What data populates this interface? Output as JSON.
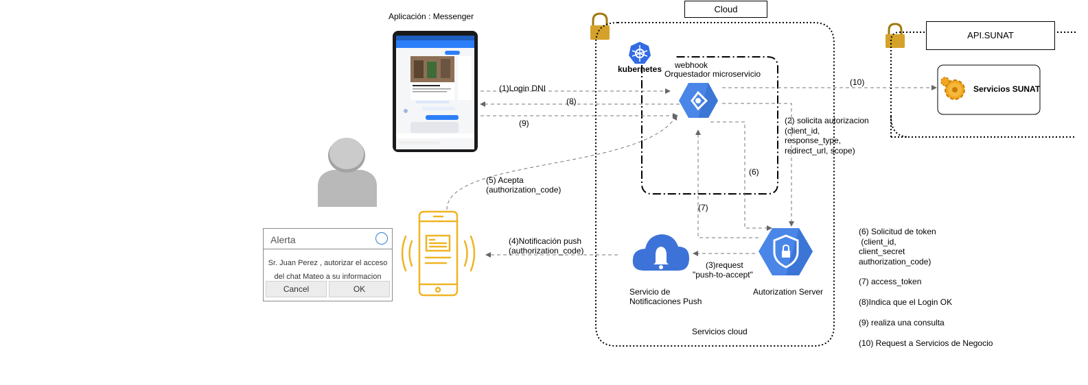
{
  "app_label": "Aplicación : Messenger",
  "cloud_label": "Cloud",
  "api_label": "API.SUNAT",
  "services_sunat": "Servicios SUNAT",
  "kubernetes": "kubernetes",
  "webhook": "webhook",
  "orquestador": "Orquestador microservicio",
  "servicios_cloud": "Servicios cloud",
  "notif_service_line1": "Servicio de",
  "notif_service_line2": "Notificaciones Push",
  "auth_server": "Autorization Server",
  "edges": {
    "e1": "(1)Login DNI",
    "e8": "(8)",
    "e9": "(9)",
    "e10": "(10)",
    "e2": [
      "(2)  solicita autorizacion",
      " (client_id,",
      "response_type,",
      "redirect_url, scope)"
    ],
    "e6": "(6)",
    "e7": "(7)",
    "e3": [
      "(3)request",
      "\"push-to-accept\""
    ],
    "e4": [
      "(4)Notificación push",
      "(authorization_code)"
    ],
    "e5": [
      "(5) Acepta",
      "(authorization_code)"
    ]
  },
  "legend": [
    "(6) Solicitud de token",
    " (client_id,",
    "client_secret",
    "authorization_code)",
    "(7) access_token",
    "(8)Indica que el Login OK",
    "(9) realiza una consulta",
    "(10) Request a Servicios de Negocio"
  ],
  "alert": {
    "title": "Alerta",
    "message_line1": "Sr.  Juan Perez , autorizar el acceso",
    "message_line2": "del chat Mateo a su informacion",
    "cancel": "Cancel",
    "ok": "OK"
  },
  "colors": {
    "gcp_blue": "#4a86e8",
    "gcp_dark": "#3367d6",
    "phone_gold": "#f0b323",
    "lock_gold": "#d4a22a",
    "arrow_gray": "#777777"
  },
  "icons": [
    "user-avatar-icon",
    "smartphone-icon",
    "bell-icon",
    "lock-icon",
    "gear-icon",
    "kubernetes-icon",
    "orchestrator-hex-icon",
    "auth-shield-icon"
  ]
}
